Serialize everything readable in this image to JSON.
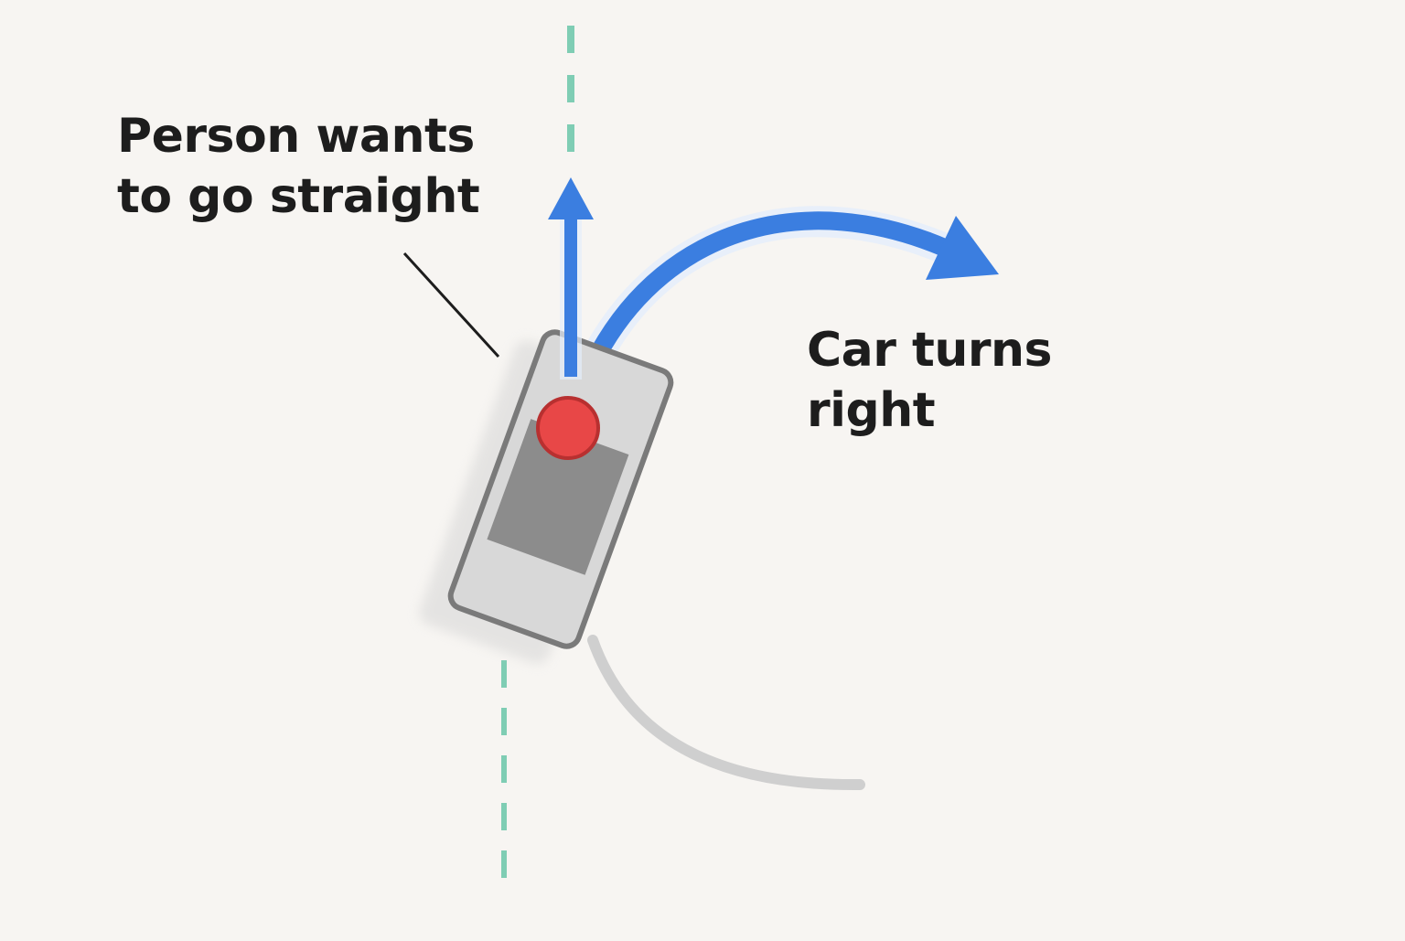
{
  "labels": {
    "person_line1": "Person wants",
    "person_line2": "to go straight",
    "car_line1": "Car turns",
    "car_line2": "right"
  },
  "colors": {
    "background": "#f7f5f2",
    "lane_marking": "#7fcdb4",
    "intended_arrow": "#3b7ee0",
    "actual_arrow": "#3b7ee0",
    "person_dot": "#e84747",
    "car_body": "#d8d8d8",
    "car_outline": "#7a7a7a",
    "car_window": "#8c8c8c",
    "tire_track": "#cfcfcf",
    "leader_line": "#1d1d1d"
  },
  "icons": {
    "car": "car-top-view-icon",
    "person": "person-dot-icon",
    "straight_arrow": "arrow-up-icon",
    "turn_arrow": "curved-arrow-right-icon"
  }
}
